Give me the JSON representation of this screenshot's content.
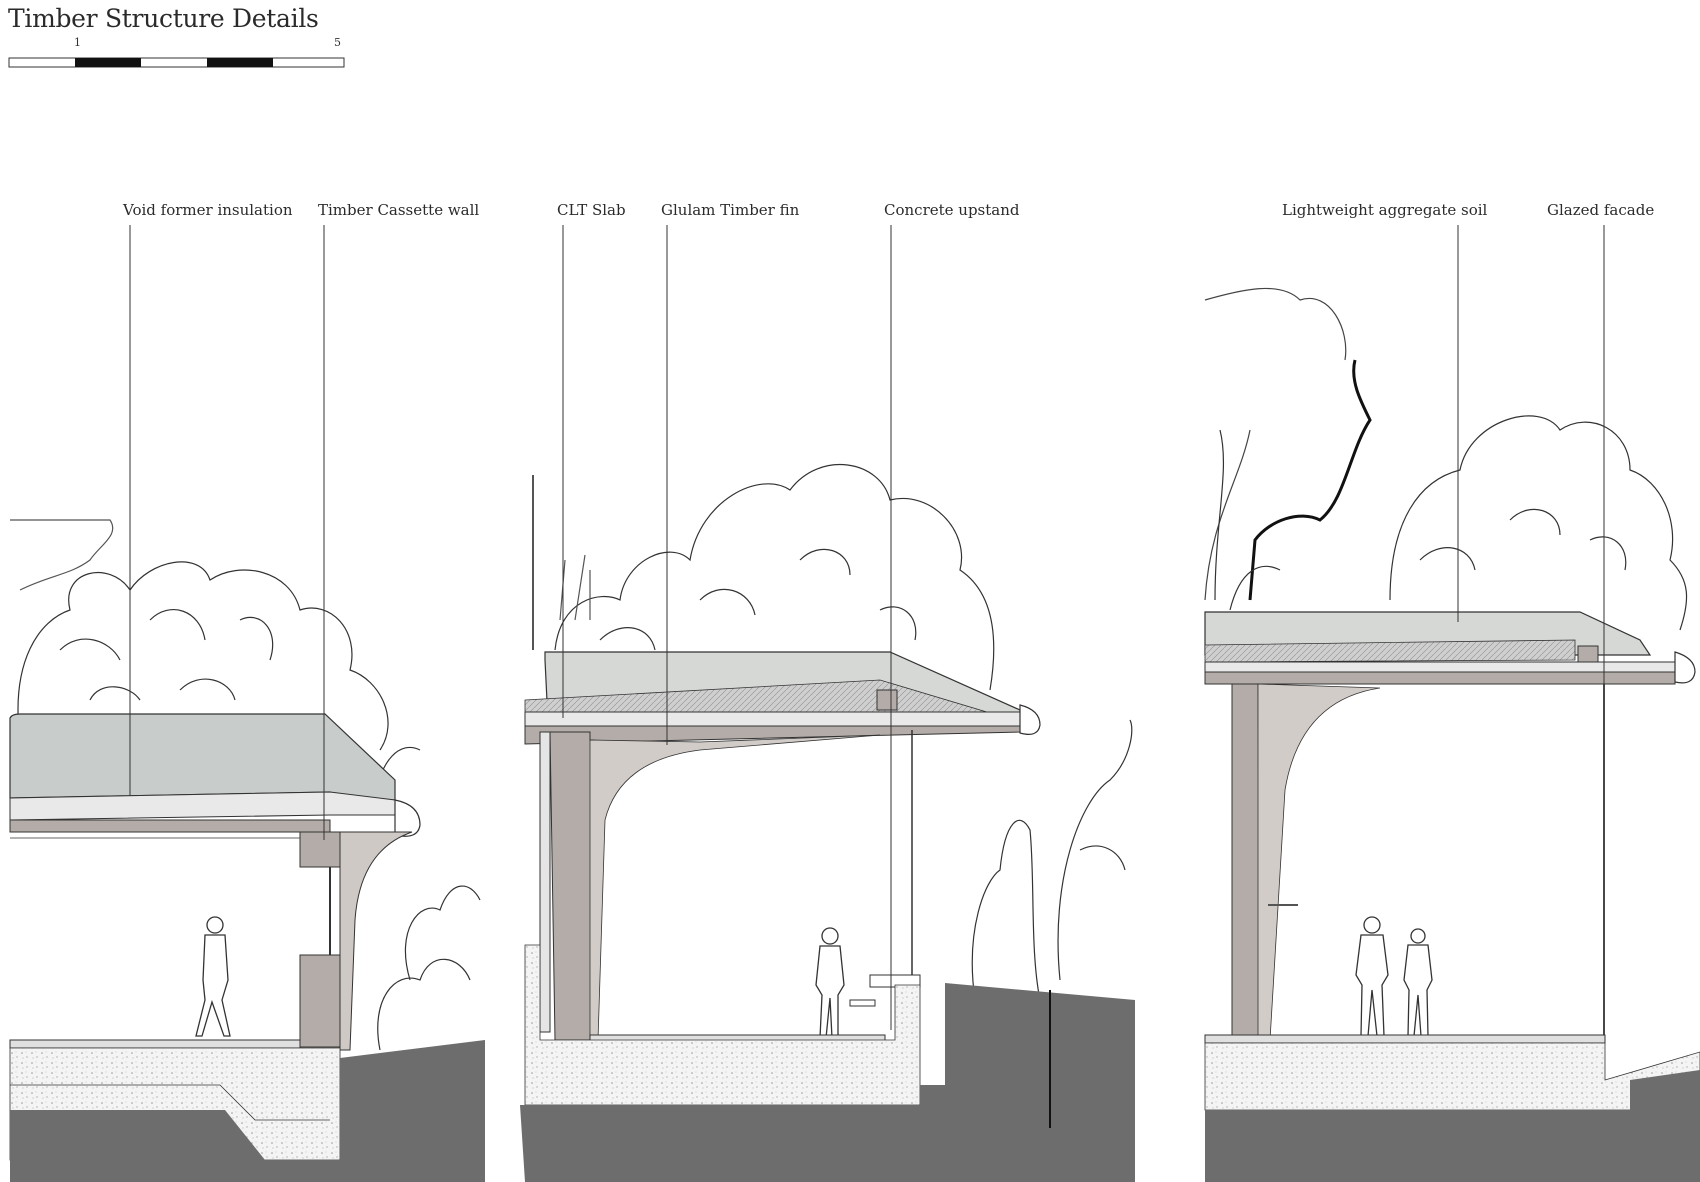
{
  "title": "Timber Structure Details",
  "scale_bar": {
    "label_start": "1",
    "label_end": "5"
  },
  "annotations": [
    {
      "id": "void-former",
      "text": "Void former insulation"
    },
    {
      "id": "timber-cassette",
      "text": "Timber Cassette wall"
    },
    {
      "id": "clt-slab",
      "text": "CLT Slab"
    },
    {
      "id": "glulam-fin",
      "text": "Glulam Timber fin"
    },
    {
      "id": "concrete-upstand",
      "text": "Concrete upstand"
    },
    {
      "id": "lightweight-soil",
      "text": "Lightweight aggregate soil"
    },
    {
      "id": "glazed-facade",
      "text": "Glazed facade"
    }
  ],
  "colors": {
    "ground": "#6d6d6d",
    "soil": "#d6d8d6",
    "timber": "#b4aca8",
    "slab": "#e9e9e9",
    "line": "#2a2a2a"
  }
}
